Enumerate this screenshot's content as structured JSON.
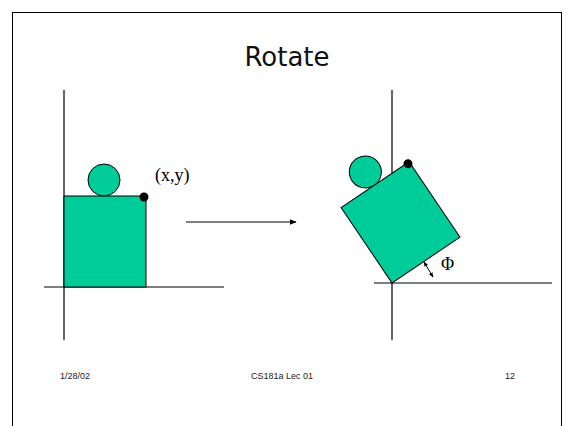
{
  "diagram": {
    "title": "Rotate",
    "labels": [
      "(x,y)",
      "Φ",
      "1/28/02",
      "CS181a Lec 01",
      "12"
    ]
  }
}
